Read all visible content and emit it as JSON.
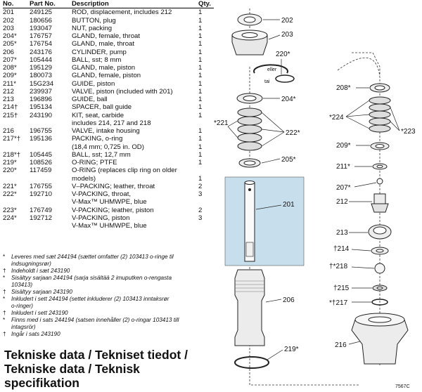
{
  "table": {
    "headers": [
      "No.",
      "Part No.",
      "Description",
      "Qty."
    ],
    "rows": [
      [
        "201",
        "249125",
        "ROD, displacement, includes 212",
        "1"
      ],
      [
        "202",
        "180656",
        "BUTTON, plug",
        "1"
      ],
      [
        "203",
        "193047",
        "NUT, packing",
        "1"
      ],
      [
        "204*",
        "176757",
        "GLAND, female, throat",
        "1"
      ],
      [
        "205*",
        "176754",
        "GLAND, male, throat",
        "1"
      ],
      [
        "206",
        "243176",
        "CYLINDER, pump",
        "1"
      ],
      [
        "207*",
        "105444",
        "BALL, sst; 8 mm",
        "1"
      ],
      [
        "208*",
        "195129",
        "GLAND, male, piston",
        "1"
      ],
      [
        "209*",
        "180073",
        "GLAND, female, piston",
        "1"
      ],
      [
        "211*",
        "15G234",
        "GUIDE, piston",
        "1"
      ],
      [
        "212",
        "239937",
        "VALVE, piston (included with 201)",
        "1"
      ],
      [
        "213",
        "196896",
        "GUIDE, ball",
        "1"
      ],
      [
        "214†",
        "195134",
        "SPACER, ball guide",
        "1"
      ],
      [
        "215†",
        "243190",
        "KIT, seat, carbide",
        "1"
      ],
      [
        "",
        "",
        "includes 214, 217 and 218",
        ""
      ],
      [
        "216",
        "196755",
        "VALVE, intake housing",
        "1"
      ],
      [
        "217*†",
        "195136",
        "PACKING, o-ring",
        "1"
      ],
      [
        "",
        "",
        "(18,4 mm; 0,725 in. OD)",
        "1"
      ],
      [
        "218*†",
        "105445",
        "BALL, sst; 12,7 mm",
        "1"
      ],
      [
        "219*",
        "108526",
        "O-RING; PTFE",
        "1"
      ],
      [
        "220*",
        "117459",
        "O-RING (replaces clip ring on older",
        ""
      ],
      [
        "",
        "",
        "models)",
        "1"
      ],
      [
        "221*",
        "176755",
        "V–PACKING; leather, throat",
        "2"
      ],
      [
        "222*",
        "192710",
        "V-PACKING, throat,",
        "3"
      ],
      [
        "",
        "",
        "V-Max™ UHMWPE, blue",
        ""
      ],
      [
        "223*",
        "176749",
        "V-PACKING; leather, piston",
        "2"
      ],
      [
        "224*",
        "192712",
        "V-PACKING, piston",
        "3"
      ],
      [
        "",
        "",
        "V-Max™ UHMWPE, blue",
        ""
      ]
    ]
  },
  "notes": [
    {
      "sym": "*",
      "text": "Leveres med sæt 244194 (sættet omfatter (2) 103413 o-ringe til\nindsugningsrør)"
    },
    {
      "sym": "†",
      "text": "Indeholdt i sæt 243190"
    },
    {
      "sym": "*",
      "text": "Sisältyy sarjaan 244194 (sarja sisältää 2 imuputken o-rengasta\n103413)"
    },
    {
      "sym": "†",
      "text": "Sisältyy sarjaan 243190"
    },
    {
      "sym": "*",
      "text": "Inkludert i sett 244194 (settet inkluderer (2) 103413 inntaksrør\no-ringer)"
    },
    {
      "sym": "†",
      "text": "Inkludert i sett 243190"
    },
    {
      "sym": "*",
      "text": "Finns med i sats 244194 (satsen innehåller (2) o-ringar 103413 till\nintagsrör)"
    },
    {
      "sym": "†",
      "text": "Ingår i sats 243190"
    }
  ],
  "title": {
    "line1": "Tekniske data / Tekniset tiedot /",
    "line2": "Tekniske data / Teknisk",
    "line3": "specifikation"
  },
  "diagram": {
    "labels": {
      "l202": "202",
      "l203": "203",
      "l220": "220*",
      "eller": "eller",
      "tai": "tai",
      "l204": "204*",
      "l221": "*221",
      "l222": "222*",
      "l205": "205*",
      "l201": "201",
      "l206": "206",
      "l219": "219*",
      "l208": "208*",
      "l224": "*224",
      "l223": "*223",
      "l209": "209*",
      "l211": "211*",
      "l207": "207*",
      "l212": "212",
      "l213": "213",
      "l214": "†214",
      "l218": "†*218",
      "l215": "†215",
      "l217": "*†217",
      "l216": "216",
      "fig": "7567C"
    },
    "highlight_color": "#c7dfec"
  }
}
